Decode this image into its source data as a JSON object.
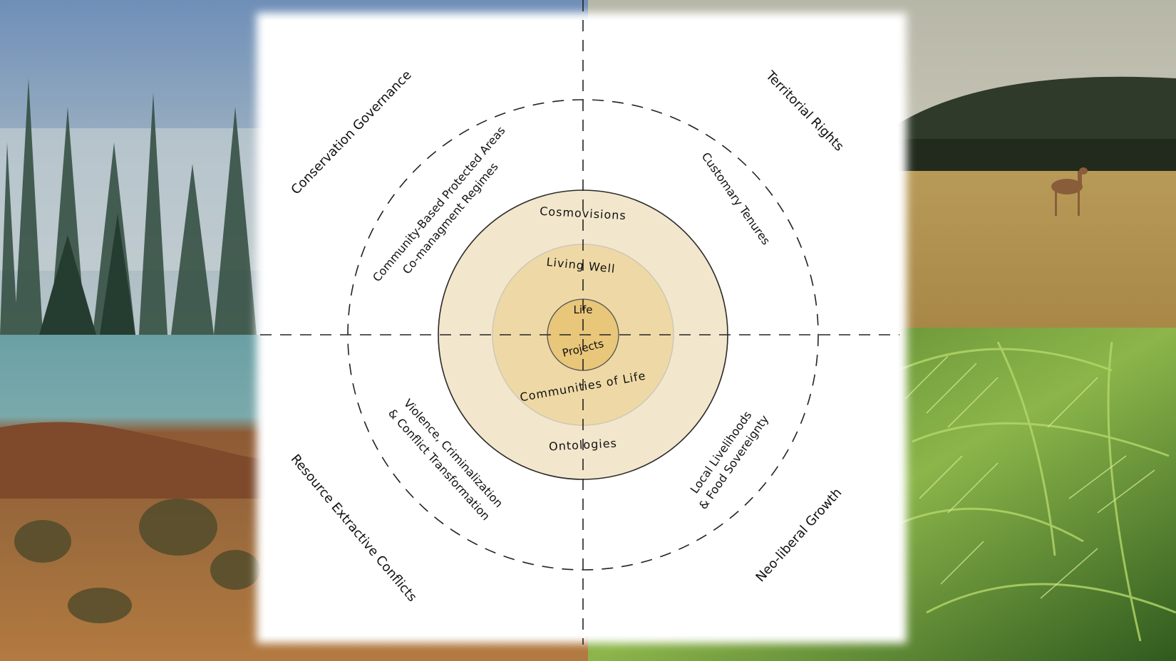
{
  "quadrant_labels": {
    "top_left": "Conservation Governance",
    "top_right": "Territorial  Rights",
    "bottom_left": "Resource Extractive Conflicts",
    "bottom_right": "Neo-liberal Growth"
  },
  "middle_ring_labels": {
    "top_left_line1": "Community-Based Protected Areas",
    "top_left_line2": "Co-managment Regimes",
    "top_right": "Customary Tenures",
    "bottom_left_line1": "Violence, Criminalization",
    "bottom_left_line2": "& Conflict Transformation",
    "bottom_right_line1": "Local Livelihoods",
    "bottom_right_line2": "& Food Sovereignty"
  },
  "core_labels": {
    "outer_top": "Cosmovisions",
    "outer_bottom": "Ontologies",
    "mid_top": "Living  Well",
    "mid_bottom": "Communities of Life",
    "inner_top": "Life",
    "inner_bottom": "Projects"
  },
  "colors": {
    "outer_ring": "#f2e6cc",
    "mid_ring": "#eed9a6",
    "inner_circle": "#e8c67a",
    "line": "#222222",
    "panel": "#ffffff"
  },
  "background_scenes": [
    "misty-pine-forest",
    "savanna-with-antelope",
    "arid-red-desert",
    "palm-fronds"
  ]
}
